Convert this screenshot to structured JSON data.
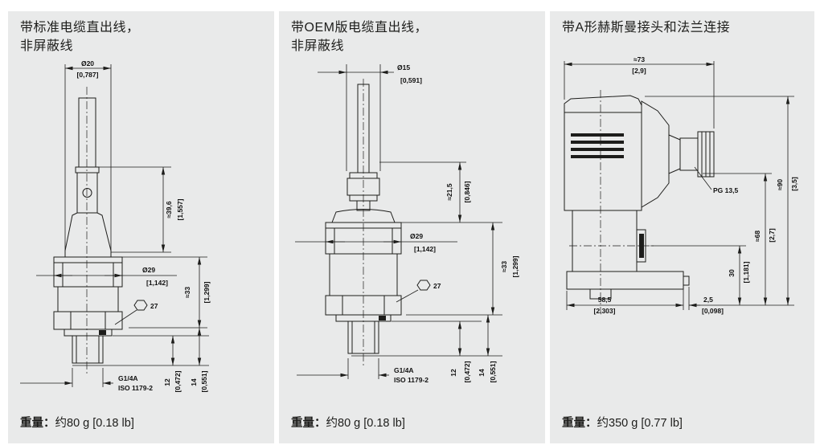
{
  "page": {
    "background": "#ffffff",
    "panel_background": "#e9eaea",
    "line_color": "#1d1d1b"
  },
  "panels": [
    {
      "title_line1": "带标准电缆直出线，",
      "title_line2": "非屏蔽线",
      "weight_label": "重量：",
      "weight_value": "约80 g [0.18 lb]",
      "dims": {
        "cable_dia_mm": "Ø20",
        "cable_dia_in": "[0,787]",
        "upper_height_mm": "≈39,6",
        "upper_height_in": "[1,557]",
        "body_dia_mm": "Ø29",
        "body_dia_in": "[1,142]",
        "body_height_mm": "≈33",
        "body_height_in": "[1,299]",
        "hex_width": "27",
        "thread_type": "G1/4A",
        "thread_standard": "ISO 1179-2",
        "thread_len_mm": "12",
        "thread_len_in": "[0,472]",
        "lower_len_mm": "14",
        "lower_len_in": "[0,551]"
      }
    },
    {
      "title_line1": "带OEM版电缆直出线，",
      "title_line2": "非屏蔽线",
      "weight_label": "重量：",
      "weight_value": "约80 g [0.18 lb]",
      "dims": {
        "cable_dia_mm": "Ø15",
        "cable_dia_in": "[0,591]",
        "upper_height_mm": "≈21,5",
        "upper_height_in": "[0,846]",
        "body_dia_mm": "Ø29",
        "body_dia_in": "[1,142]",
        "body_height_mm": "≈33",
        "body_height_in": "[1,299]",
        "hex_width": "27",
        "thread_type": "G1/4A",
        "thread_standard": "ISO 1179-2",
        "thread_len_mm": "12",
        "thread_len_in": "[0,472]",
        "lower_len_mm": "14",
        "lower_len_in": "[0,551]"
      }
    },
    {
      "title_line1": "带A形赫斯曼接头和法兰连接",
      "title_line2": "",
      "weight_label": "重量：",
      "weight_value": "约350 g [0.77 lb]",
      "dims": {
        "width_mm": "≈73",
        "width_in": "[2,9]",
        "cable_gland": "PG 13,5",
        "total_height_mm": "≈90",
        "total_height_in": "[3,5]",
        "body_height_mm": "≈68",
        "body_height_in": "[2,7]",
        "port_axis_mm": "30",
        "port_axis_in": "[1,181]",
        "flange_width_mm": "58,5",
        "flange_width_in": "[2,303]",
        "flange_step_mm": "2,5",
        "flange_step_in": "[0,098]"
      }
    }
  ]
}
